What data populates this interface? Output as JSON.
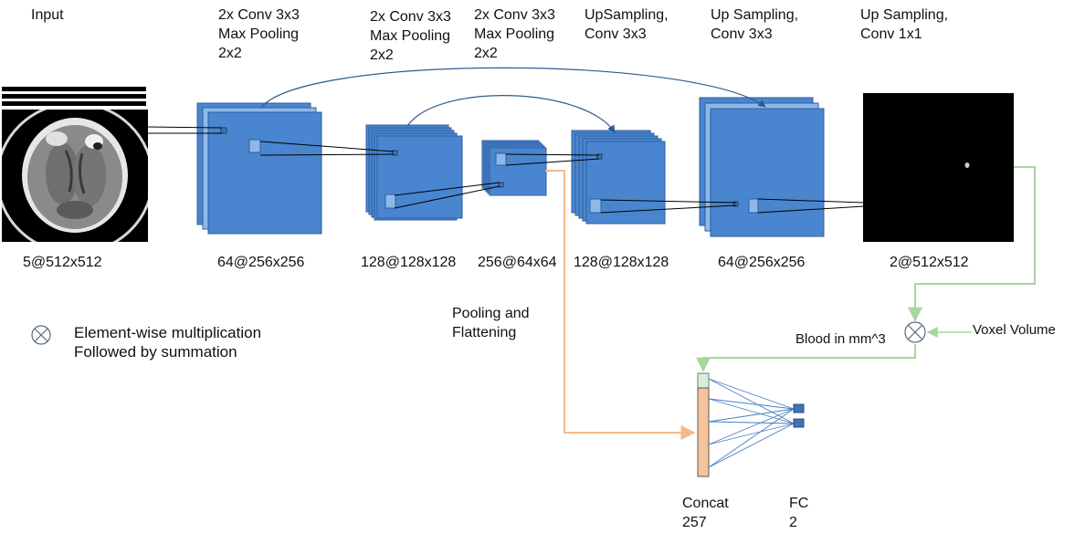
{
  "stage_labels": {
    "input": [
      "Input"
    ],
    "enc1": [
      "2x Conv 3x3",
      "Max Pooling",
      "2x2"
    ],
    "enc2": [
      "2x Conv 3x3",
      "Max Pooling",
      "2x2"
    ],
    "enc3": [
      "2x Conv 3x3",
      "Max Pooling",
      "2x2"
    ],
    "dec1": [
      "UpSampling,",
      "Conv 3x3"
    ],
    "dec2": [
      "Up Sampling,",
      "Conv 3x3"
    ],
    "dec3": [
      "Up Sampling,",
      "Conv 1x1"
    ]
  },
  "dim_labels": {
    "input": "5@512x512",
    "enc1": "64@256x256",
    "enc2": "128@128x128",
    "enc3": "256@64x64",
    "dec1": "128@128x128",
    "dec2": "64@256x256",
    "output": "2@512x512"
  },
  "legend": {
    "symbol": "⊗",
    "text": [
      "Element-wise multiplication",
      "Followed by summation"
    ]
  },
  "annotations": {
    "pooling": [
      "Pooling and",
      "Flattening"
    ],
    "blood": "Blood in mm^3",
    "voxel": "Voxel Volume",
    "concat": [
      "Concat",
      "257"
    ],
    "fc": [
      "FC",
      "2"
    ]
  },
  "colors": {
    "feature_map": "#4a86d0",
    "feature_map_border": "#2f5f9e",
    "feature_map_inner": "#8fb8e8",
    "skip_arrow": "#2e5c8a",
    "green_path": "#a8d5a0",
    "orange_path": "#f4b98a",
    "concat_fill": "#f5c39c",
    "concat_top": "#d9ede0",
    "fc_node": "#3d74b5",
    "fc_edges": "#4a7fc0",
    "output_map": "#000000"
  }
}
